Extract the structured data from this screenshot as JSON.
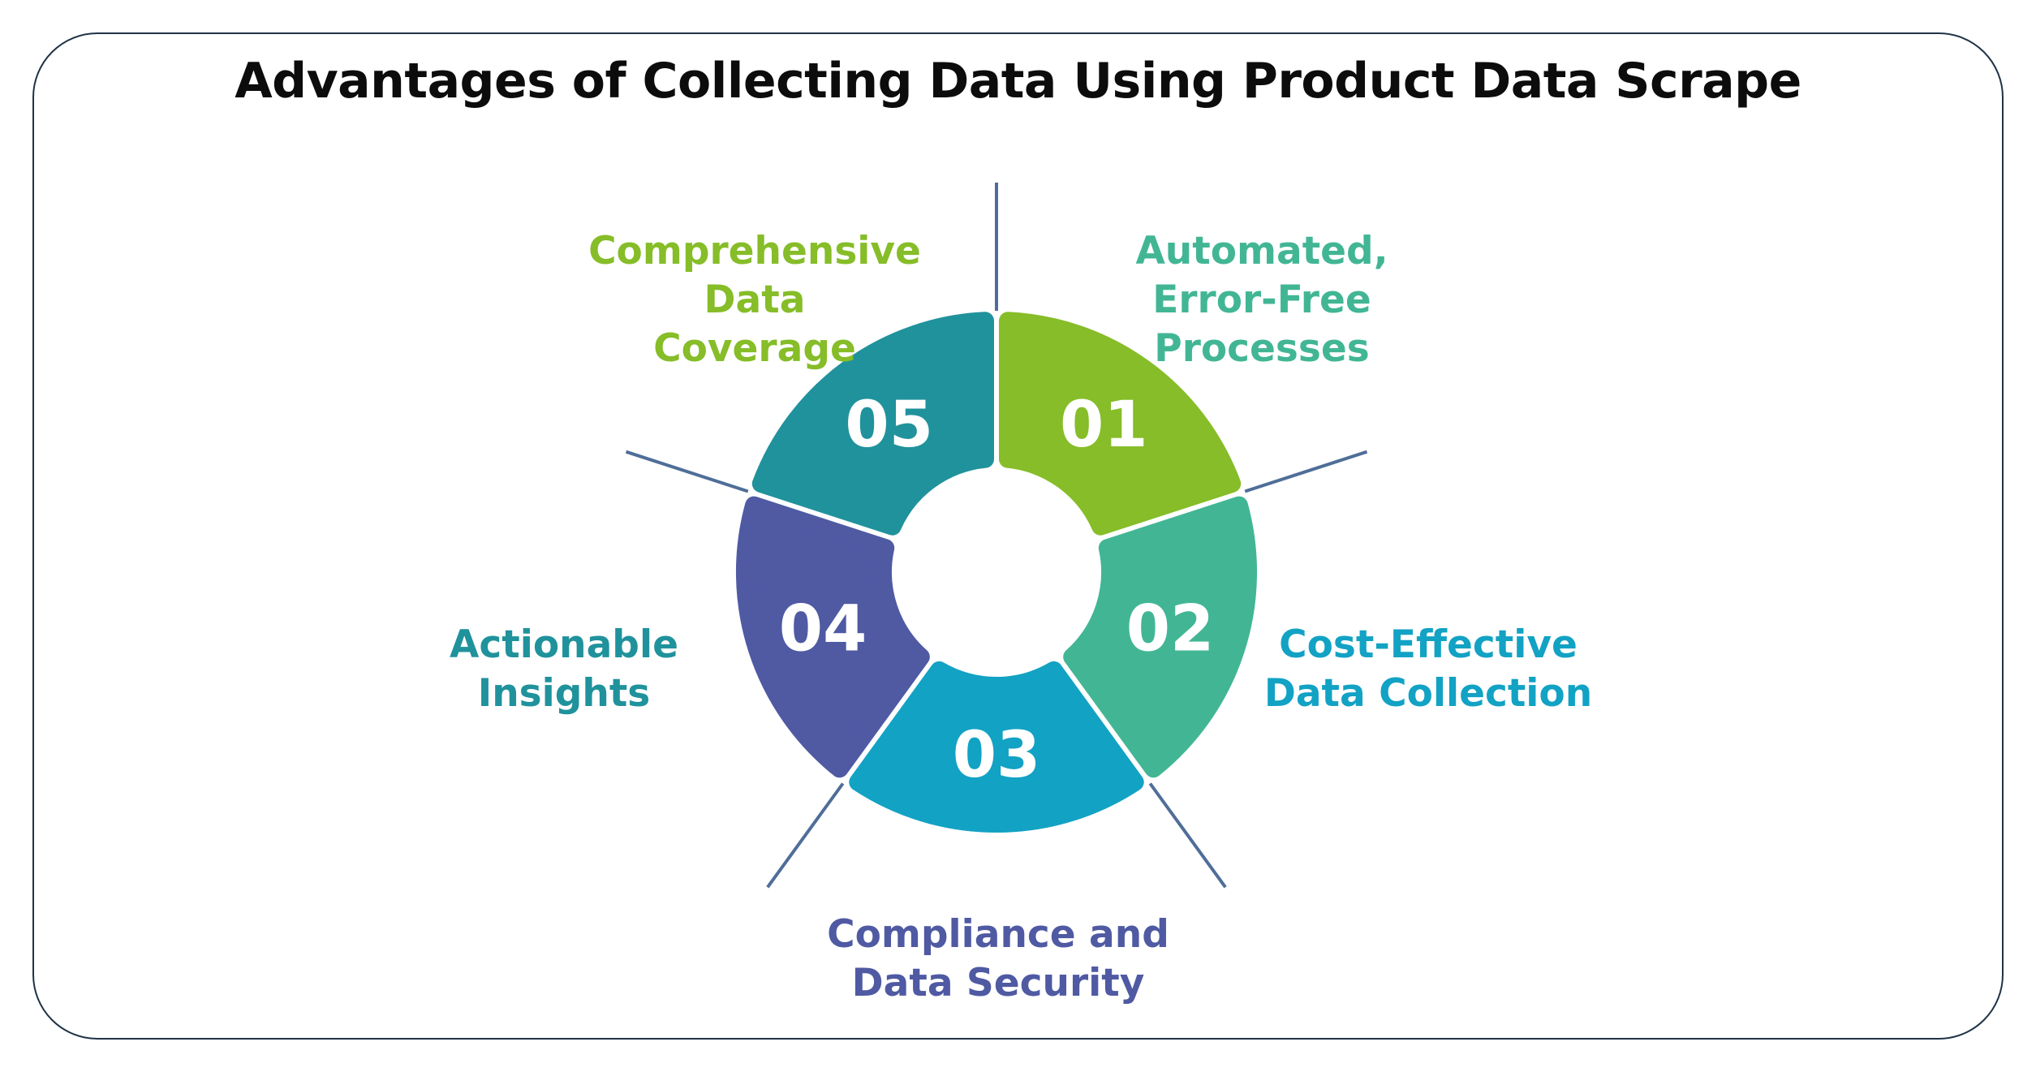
{
  "title": "Advantages of Collecting Data Using Product Data Scrape",
  "segments": [
    {
      "number": "01",
      "label_lines": [
        "Comprehensive",
        "Data",
        "Coverage"
      ],
      "color": "#86bd28"
    },
    {
      "number": "02",
      "label_lines": [
        "Automated,",
        "Error-Free",
        "Processes"
      ],
      "color": "#42b694"
    },
    {
      "number": "03",
      "label_lines": [
        "Cost-Effective",
        "Data Collection"
      ],
      "color": "#12a2c4"
    },
    {
      "number": "04",
      "label_lines": [
        "Compliance and",
        "Data Security"
      ],
      "color": "#4f5aa3"
    },
    {
      "number": "05",
      "label_lines": [
        "Actionable",
        "Insights"
      ],
      "color": "#20929c"
    }
  ],
  "colors": {
    "frame_border": "#1f3347",
    "connector_line": "#4f6e98",
    "number_text": "#ffffff",
    "title_text": "#0c0c0c"
  }
}
